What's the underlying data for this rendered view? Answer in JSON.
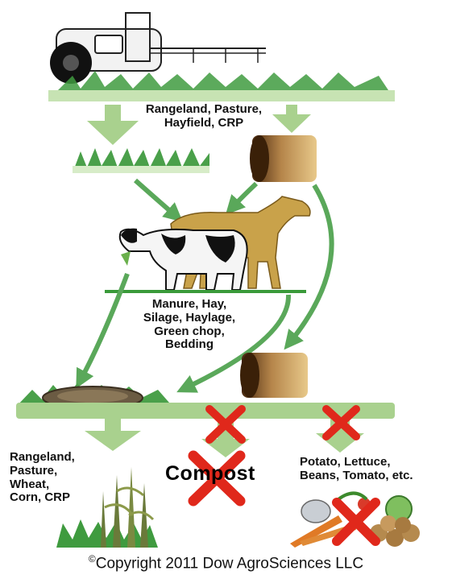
{
  "labels": {
    "top": [
      "Rangeland, Pasture,",
      "Hayfield, CRP"
    ],
    "manure": [
      "Manure, Hay,",
      "Silage, Haylage,",
      "Green chop,",
      "Bedding"
    ],
    "left_crops": [
      "Rangeland,",
      "Pasture,",
      "Wheat,",
      "Corn, CRP"
    ],
    "right_crops": [
      "Potato, Lettuce,",
      "Beans, Tomato, etc."
    ],
    "compost": "Compost",
    "copyright_symbol": "©",
    "copyright": "Copyright 2011 Dow AgroSciences LLC"
  },
  "colors": {
    "arrow_green": "#5aa85a",
    "light_arrow": "#a9d18e",
    "grass": "#2e8b2e",
    "prohibited_x": "#e0281b"
  },
  "icons": [
    "sprayer-truck-icon",
    "grass-strip-icon",
    "hay-bale-icon",
    "cow-icon",
    "horse-icon",
    "manure-pile-icon",
    "corn-field-icon",
    "vegetables-icon",
    "prohibited-x-icon"
  ]
}
